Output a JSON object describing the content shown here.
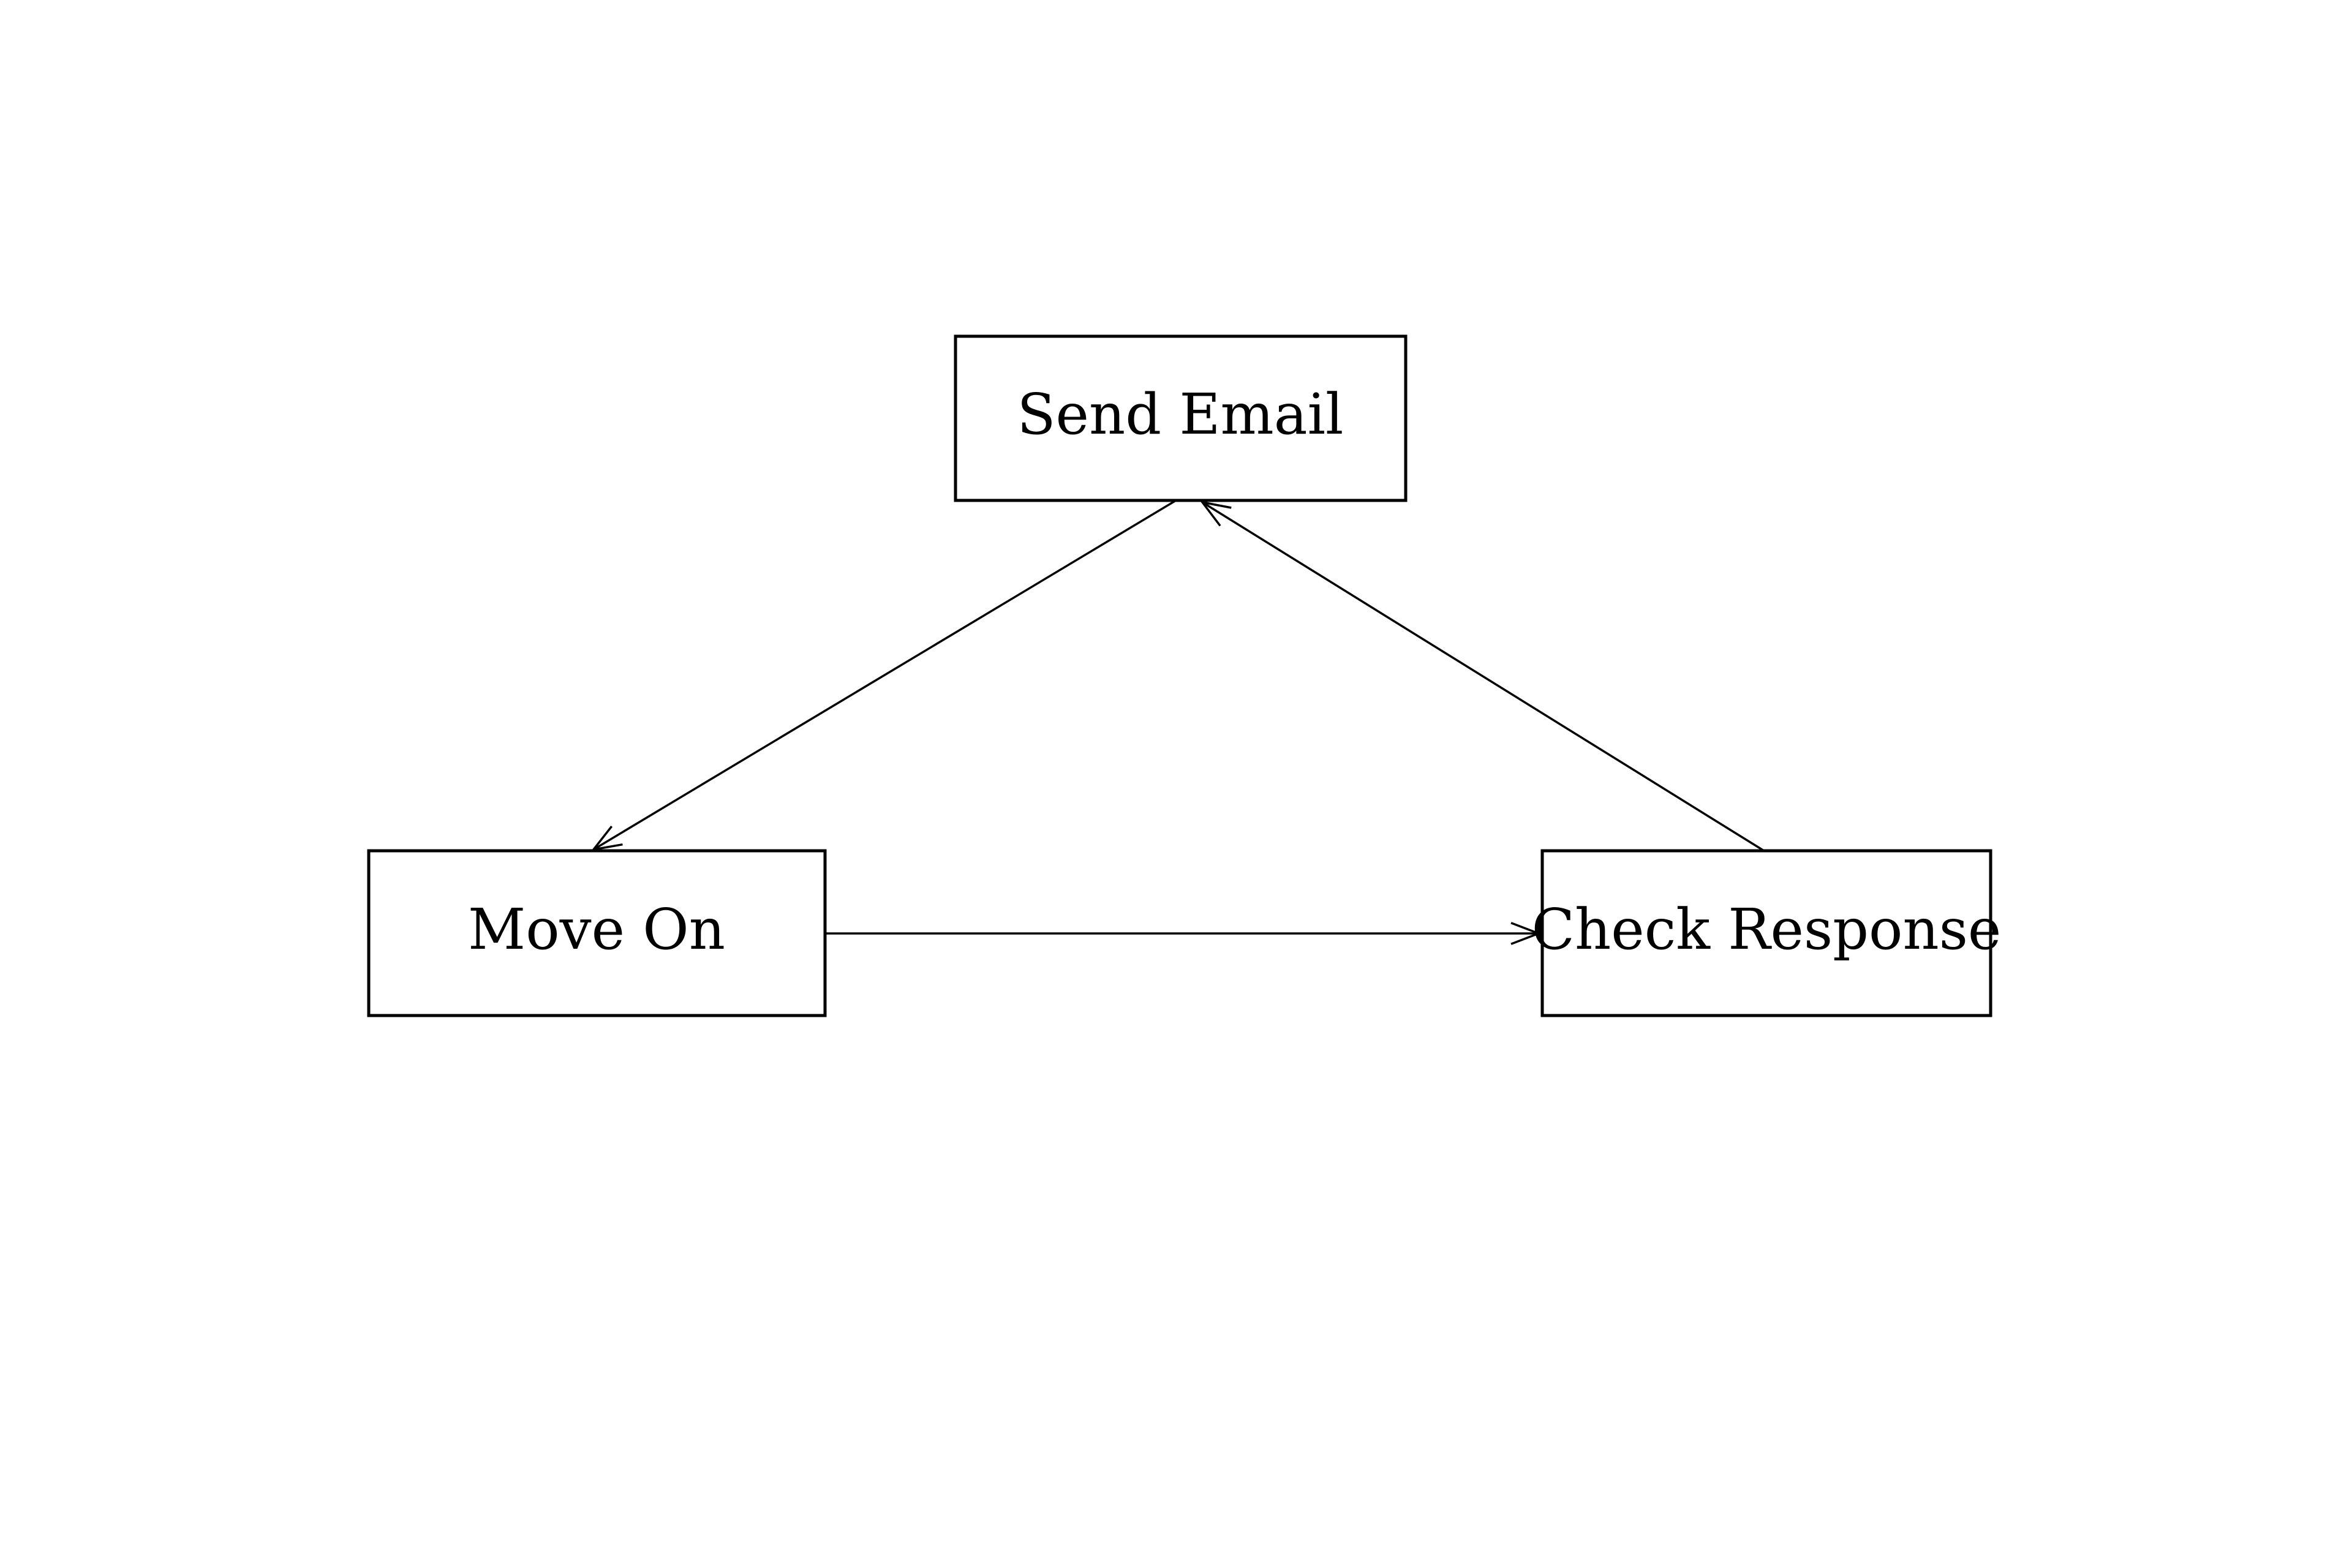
{
  "diagram": {
    "title": "",
    "background_color": "#ffffff",
    "line_color": "#000000",
    "text_color": "#000000",
    "nodes": [
      {
        "id": "send-email",
        "label": "Send Email"
      },
      {
        "id": "move-on",
        "label": "Move On"
      },
      {
        "id": "check-response",
        "label": "Check Response"
      }
    ],
    "edges": [
      {
        "from": "send-email",
        "to": "move-on",
        "style": "open-arrow"
      },
      {
        "from": "move-on",
        "to": "check-response",
        "style": "open-arrow"
      },
      {
        "from": "check-response",
        "to": "send-email",
        "style": "open-arrow"
      }
    ]
  }
}
